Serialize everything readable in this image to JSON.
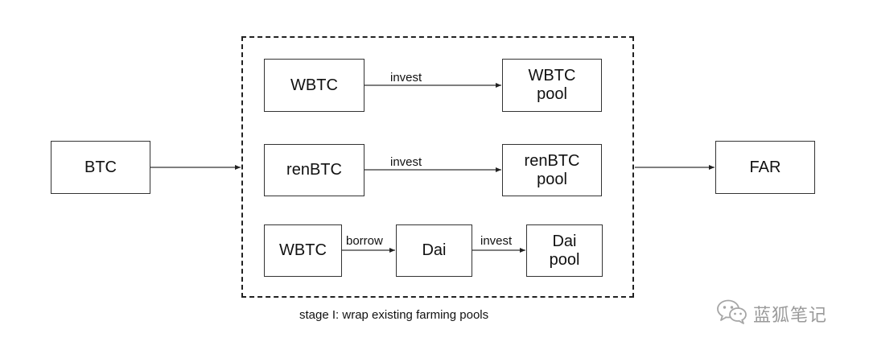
{
  "nodes": {
    "btc": "BTC",
    "wbtc_1": "WBTC",
    "wbtc_pool": "WBTC\npool",
    "renbtc": "renBTC",
    "renbtc_pool": "renBTC\npool",
    "wbtc_2": "WBTC",
    "dai": "Dai",
    "dai_pool": "Dai\npool",
    "far": "FAR"
  },
  "edges": {
    "invest_1": "invest",
    "invest_2": "invest",
    "borrow": "borrow",
    "invest_3": "invest"
  },
  "caption": "stage I:  wrap existing farming pools",
  "watermark": "蓝狐笔记"
}
